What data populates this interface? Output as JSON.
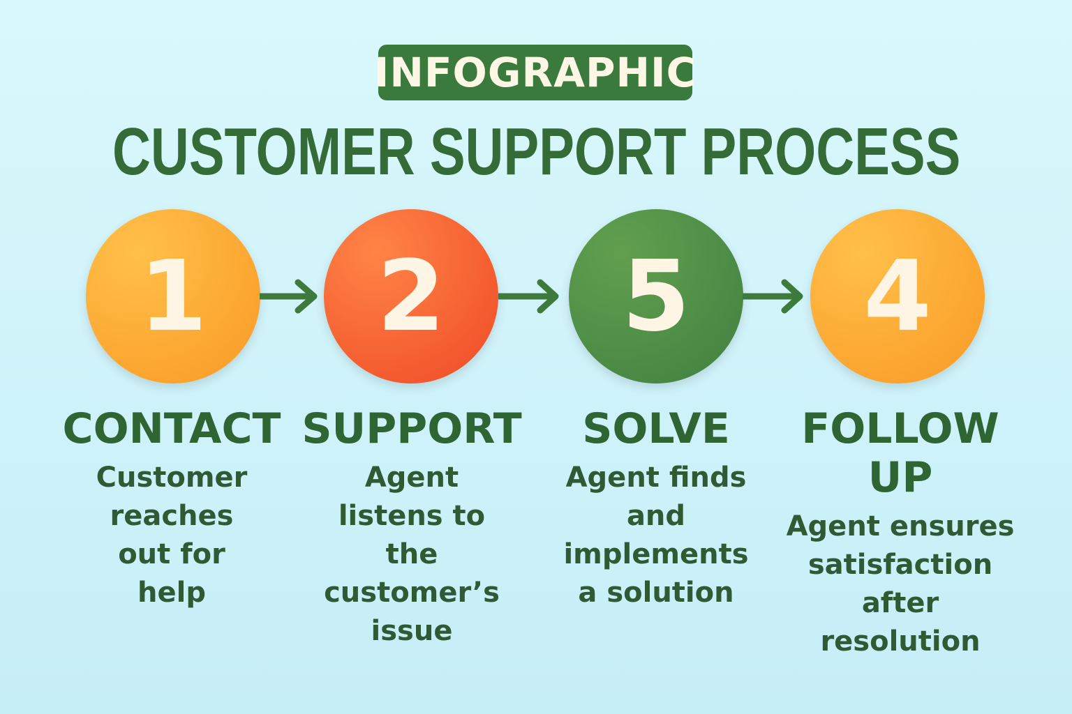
{
  "badge": "INFOGRAPHIC",
  "title": "CUSTOMER SUPPORT PROCESS",
  "steps": [
    {
      "number": "1",
      "heading": "CONTACT",
      "text": "Customer reaches out for help",
      "color": "#f9a530"
    },
    {
      "number": "2",
      "heading": "SUPPORT",
      "text": "Agent listens to the customer’s issue",
      "color": "#f45d32"
    },
    {
      "number": "5",
      "heading": "SOLVE",
      "text": "Agent finds and implements a solution",
      "color": "#4b8d44"
    },
    {
      "number": "4",
      "heading": "FOLLOW UP",
      "text": "Agent ensures satisfaction after resolution",
      "color": "#f9a530"
    }
  ]
}
